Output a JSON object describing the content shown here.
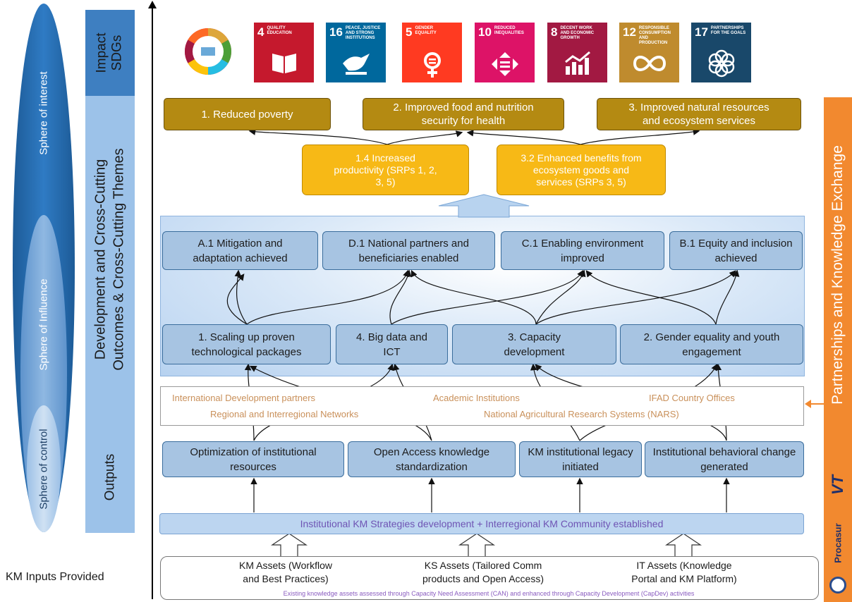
{
  "spheres": {
    "interest": "Sphere of interest",
    "influence": "Sphere of Influence",
    "control": "Sphere of control"
  },
  "columns": {
    "impact": "Impact SDGs",
    "development": [
      "Development and Cross-Cutting",
      "Outcomes & Cross-Cutting Themes"
    ],
    "outputs": "Outputs"
  },
  "km_inputs_label": "KM Inputs Provided",
  "right_band": {
    "title": "Partnerships and Knowledge Exchange",
    "logo_vt": "VT",
    "logo_procasur": "Procasur"
  },
  "sdgs": [
    {
      "num": "4",
      "label": "QUALITY EDUCATION",
      "color": "#c5192d",
      "icon": "book-icon"
    },
    {
      "num": "16",
      "label": "PEACE, JUSTICE AND STRONG INSTITUTIONS",
      "color": "#00689d",
      "icon": "dove-icon"
    },
    {
      "num": "5",
      "label": "GENDER EQUALITY",
      "color": "#ff3a21",
      "icon": "gender-icon"
    },
    {
      "num": "10",
      "label": "REDUCED INEQUALITIES",
      "color": "#dd1367",
      "icon": "equality-icon"
    },
    {
      "num": "8",
      "label": "DECENT WORK AND ECONOMIC GROWTH",
      "color": "#a21942",
      "icon": "growth-icon"
    },
    {
      "num": "12",
      "label": "RESPONSIBLE CONSUMPTION AND PRODUCTION",
      "color": "#bf8b2e",
      "icon": "infinity-icon"
    },
    {
      "num": "17",
      "label": "PARTNERSHIPS FOR THE GOALS",
      "color": "#19486a",
      "icon": "flower-icon"
    }
  ],
  "impact_goals": [
    "1. Reduced poverty",
    "2. Improved food and nutrition security for health",
    "3. Improved natural resources and ecosystem services"
  ],
  "sub_outcomes": [
    "1.4 Increased productivity (SRPs 1, 2, 3, 5)",
    "3.2 Enhanced benefits from ecosystem goods and services (SRPs 3, 5)"
  ],
  "outcomes": [
    "A.1 Mitigation and adaptation achieved",
    "D.1 National partners and beneficiaries enabled",
    "C.1 Enabling environment improved",
    "B.1 Equity and inclusion achieved"
  ],
  "themes": [
    "1. Scaling up proven technological packages",
    "4. Big data and ICT",
    "3. Capacity development",
    "2. Gender equality and youth engagement"
  ],
  "partners": {
    "row1": [
      "International Development partners",
      "Academic Institutions",
      "IFAD Country Offices"
    ],
    "row2": [
      "Regional and Interregional Networks",
      "National Agricultural Research Systems (NARS)"
    ]
  },
  "outputs": [
    "Optimization of institutional resources",
    "Open Access knowledge standardization",
    "KM institutional legacy initiated",
    "Institutional behavioral change generated"
  ],
  "strategy_bar": "Institutional KM Strategies development + Interregional KM Community established",
  "inputs": [
    "KM Assets (Workflow and Best Practices)",
    "KS Assets (Tailored Comm products and Open Access)",
    "IT Assets (Knowledge Portal and KM Platform)"
  ],
  "inputs_note": "Existing knowledge assets assessed through Capacity Need Assessment (CAN) and enhanced through Capacity Development (CapDev) activities"
}
